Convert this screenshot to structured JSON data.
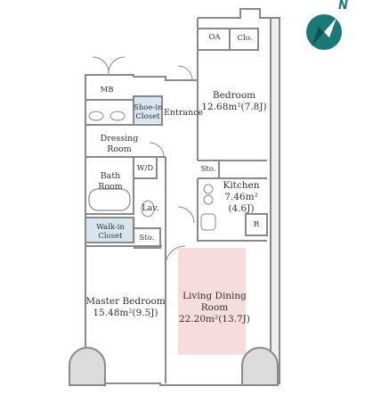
{
  "north": {
    "letter": "N",
    "accent": "#1b7a78"
  },
  "rooms": {
    "oa": "OA",
    "clo": "Clo.",
    "mb": "MB",
    "shoe_in_closet": [
      "Shoe-in",
      "Closet"
    ],
    "entrance": "Entrance",
    "bedroom": {
      "name": "Bedroom",
      "area": "12.68m²(7.8J)"
    },
    "dressing_room": [
      "Dressing",
      "Room"
    ],
    "wd": "W/D",
    "sto_kitchen": "Sto.",
    "kitchen": {
      "name": "Kitchen",
      "area": "7.46m²",
      "jo": "(4.6J)"
    },
    "bath_room": [
      "Bath",
      "Room"
    ],
    "lav": "Lav.",
    "refrigerator": "R",
    "walk_in_closet": [
      "Walk-in",
      "Closet"
    ],
    "sto_master": "Sto.",
    "master_bedroom": {
      "name": "Master Bedroom",
      "area": "15.48m²(9.5J)"
    },
    "living_dining": {
      "name": [
        "Living Dining",
        "Room"
      ],
      "area": "22.20m²(13.7J)"
    }
  },
  "colors": {
    "wall": "#8a8a8a",
    "living_highlight": "#f6dcdc",
    "closet_fill": "#d6e5ee"
  }
}
